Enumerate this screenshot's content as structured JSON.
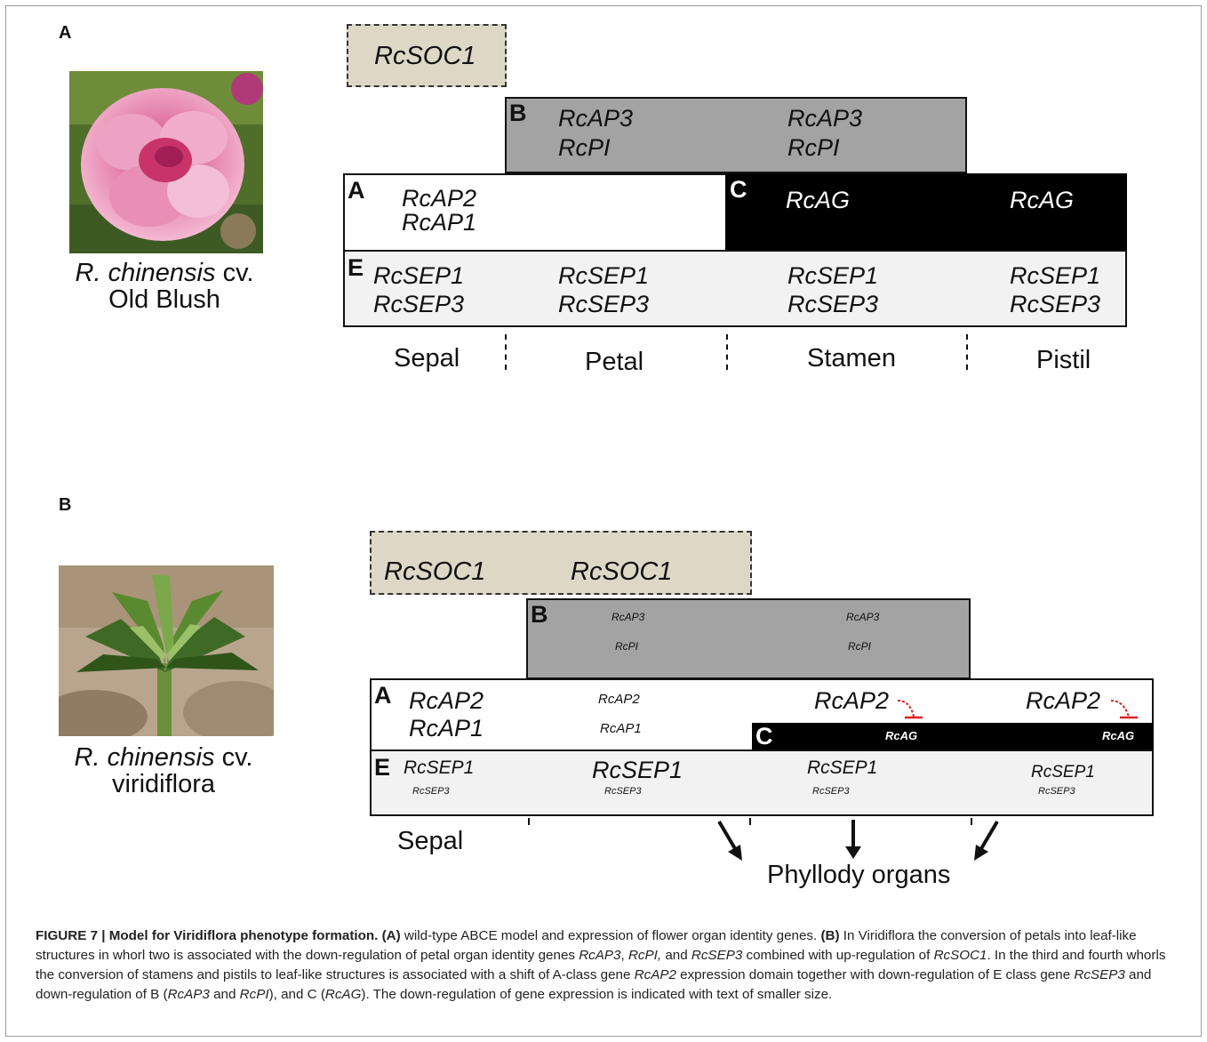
{
  "panel_a": {
    "letter": "A",
    "species": "R. chinensis",
    "cultivar_abbrev": "cv.",
    "cultivar": "Old Blush",
    "soc_box": "RcSOC1",
    "b_class": {
      "letter": "B",
      "col1": [
        "RcAP3",
        "RcPI"
      ],
      "col2": [
        "RcAP3",
        "RcPI"
      ]
    },
    "a_class": {
      "letter": "A",
      "genes": [
        "RcAP2",
        "RcAP1"
      ]
    },
    "c_class": {
      "letter": "C",
      "col1": "RcAG",
      "col2": "RcAG"
    },
    "e_class": {
      "letter": "E",
      "cols": [
        [
          "RcSEP1",
          "RcSEP3"
        ],
        [
          "RcSEP1",
          "RcSEP3"
        ],
        [
          "RcSEP1",
          "RcSEP3"
        ],
        [
          "RcSEP1",
          "RcSEP3"
        ]
      ]
    },
    "organs": [
      "Sepal",
      "Petal",
      "Stamen",
      "Pistil"
    ]
  },
  "panel_b": {
    "letter": "B",
    "species": "R. chinensis",
    "cultivar_abbrev": "cv.",
    "cultivar": "viridiflora",
    "soc_box": [
      "RcSOC1",
      "RcSOC1"
    ],
    "b_class": {
      "letter": "B",
      "col1": [
        "RcAP3",
        "RcPI"
      ],
      "col2": [
        "RcAP3",
        "RcPI"
      ]
    },
    "a_class": {
      "letter": "A",
      "col1": [
        "RcAP2",
        "RcAP1"
      ],
      "col2": [
        "RcAP2",
        "RcAP1"
      ],
      "col3": "RcAP2",
      "col4": "RcAP2"
    },
    "c_class": {
      "letter": "C",
      "col1": "RcAG",
      "col2": "RcAG"
    },
    "e_class": {
      "letter": "E",
      "cols": [
        [
          "RcSEP1",
          "RcSEP3"
        ],
        [
          "RcSEP1",
          "RcSEP3"
        ],
        [
          "RcSEP1",
          "RcSEP3"
        ],
        [
          "RcSEP1",
          "RcSEP3"
        ]
      ]
    },
    "organs": {
      "sepal": "Sepal",
      "phyllody": "Phyllody organs"
    }
  },
  "caption": {
    "fig_label": "FIGURE 7 | Model for Viridiflora phenotype formation.",
    "a_ref": "(A)",
    "t1": " wild-type ABCE model and expression of flower organ identity genes. ",
    "b_ref": "(B)",
    "t2": " In Viridiflora the conversion of petals into leaf-like structures in whorl two is associated with the down-regulation of petal organ identity genes ",
    "g1": "RcAP3",
    "t3": ", ",
    "g2": "RcPI,",
    "t4": " and ",
    "g3": "RcSEP3",
    "t5": " combined with up-regulation of ",
    "g4": "RcSOC1",
    "t6": ". In the third and fourth whorls the conversion of stamens and pistils to leaf-like structures is associated with a shift of A-class gene ",
    "g5": "RcAP2",
    "t7": " expression domain together with down-regulation of E class gene ",
    "g6": "RcSEP3",
    "t8": " and down-regulation of B (",
    "g7": "RcAP3",
    "t9": " and ",
    "g8": "RcPI",
    "t10": "), and C (",
    "g9": "RcAG",
    "t11": "). The down-regulation of gene expression is indicated with text of smaller size."
  },
  "colors": {
    "soc_fill": "#ddd8c6",
    "b_fill": "#a3a3a3",
    "c_fill": "#000000",
    "e_fill": "#f2f2f2",
    "inhibit": "#e02020"
  }
}
